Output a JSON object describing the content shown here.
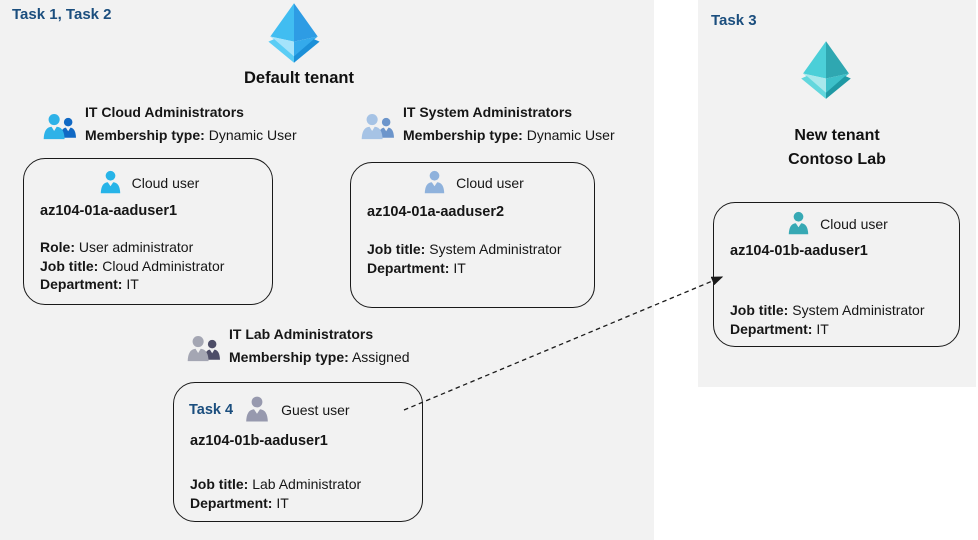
{
  "left_region": {
    "task_label": "Task 1, Task 2",
    "tenant_title": "Default tenant",
    "groups": [
      {
        "title": "IT Cloud Administrators",
        "membership_label": "Membership type:",
        "membership_value": "Dynamic User"
      },
      {
        "title": "IT System Administrators",
        "membership_label": "Membership type:",
        "membership_value": "Dynamic User"
      },
      {
        "title": "IT Lab Administrators",
        "membership_label": "Membership type:",
        "membership_value": "Assigned"
      }
    ],
    "user_cards": [
      {
        "type_label": "Cloud user",
        "name": "az104-01a-aaduser1",
        "fields": [
          {
            "label": "Role:",
            "value": "User administrator"
          },
          {
            "label": "Job title:",
            "value": "Cloud Administrator"
          },
          {
            "label": "Department:",
            "value": "IT"
          }
        ]
      },
      {
        "type_label": "Cloud user",
        "name": "az104-01a-aaduser2",
        "fields": [
          {
            "label": "Job title:",
            "value": "System Administrator"
          },
          {
            "label": "Department:",
            "value": "IT"
          }
        ]
      },
      {
        "task_label": "Task 4",
        "type_label": "Guest user",
        "name": "az104-01b-aaduser1",
        "fields": [
          {
            "label": "Job title:",
            "value": "Lab Administrator"
          },
          {
            "label": "Department:",
            "value": "IT"
          }
        ]
      }
    ]
  },
  "right_region": {
    "task_label": "Task 3",
    "tenant_title_line1": "New tenant",
    "tenant_title_line2": "Contoso Lab",
    "user_card": {
      "type_label": "Cloud user",
      "name": "az104-01b-aaduser1",
      "fields": [
        {
          "label": "Job title:",
          "value": "System Administrator"
        },
        {
          "label": "Department:",
          "value": "IT"
        }
      ]
    }
  },
  "icons": {
    "default_tenant_icon": "azure-ad-tenant-icon-blue",
    "new_tenant_icon": "azure-ad-tenant-icon-teal",
    "group_icons": [
      "group-people-icon-cyan",
      "group-people-icon-steelblue",
      "group-people-icon-gray"
    ],
    "user_icons": [
      "person-icon-cyan",
      "person-icon-steelblue",
      "person-icon-gray",
      "person-icon-teal"
    ]
  },
  "colors": {
    "panel_background": "#f2f2f2",
    "task_label_blue": "#1b4e7e",
    "text": "#161616",
    "cyan_user": "#27b4e8",
    "steelblue_user": "#8fb2dc",
    "gray_user": "#9799ae",
    "teal_user": "#37a9b4"
  }
}
